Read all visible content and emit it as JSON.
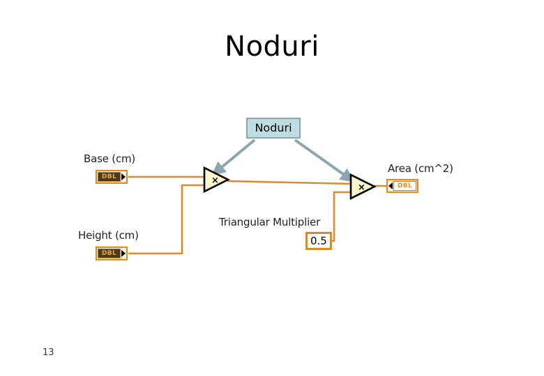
{
  "slide": {
    "title": "Noduri",
    "page_number": "13"
  },
  "callout": {
    "label": "Noduri",
    "fill_color": "#bfdce0",
    "border_color": "#8ba6ad",
    "arrow_color": "#8ba6ad",
    "arrows": [
      {
        "name": "arrow-to-first-multiply",
        "target": "multiply-node-1"
      },
      {
        "name": "arrow-to-second-multiply",
        "target": "multiply-node-2"
      }
    ]
  },
  "diagram": {
    "wire_color": "#d98b30",
    "terminal_border_color": "#e08a1e",
    "node_fill_color": "#fbf4cb",
    "node_border_color": "#000000",
    "controls": [
      {
        "name": "base-control",
        "label": "Base (cm)",
        "datatype": "DBL",
        "direction": "input"
      },
      {
        "name": "height-control",
        "label": "Height (cm)",
        "datatype": "DBL",
        "direction": "input"
      }
    ],
    "indicators": [
      {
        "name": "area-indicator",
        "label": "Area (cm^2)",
        "datatype": "DBL",
        "direction": "output"
      }
    ],
    "constants": [
      {
        "name": "triangular-multiplier-constant",
        "label": "Triangular Multiplier",
        "value": "0.5"
      }
    ],
    "nodes": [
      {
        "name": "multiply-node-1",
        "symbol": "×",
        "function": "multiply"
      },
      {
        "name": "multiply-node-2",
        "symbol": "×",
        "function": "multiply"
      }
    ]
  }
}
